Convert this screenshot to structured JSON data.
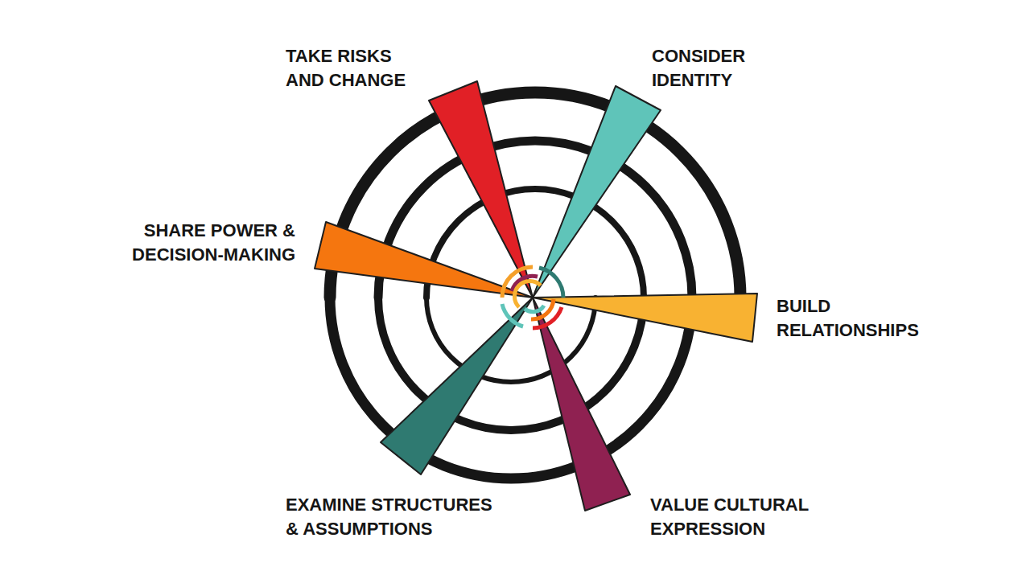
{
  "diagram": {
    "labels": [
      "TAKE RISKS AND CHANGE",
      "CONSIDER IDENTITY",
      "SHARE POWER & DECISION-MAKING",
      "BUILD RELATIONSHIPS",
      "EXAMINE STRUCTURES & ASSUMPTIONS",
      "VALUE CULTURAL EXPRESSION"
    ]
  }
}
